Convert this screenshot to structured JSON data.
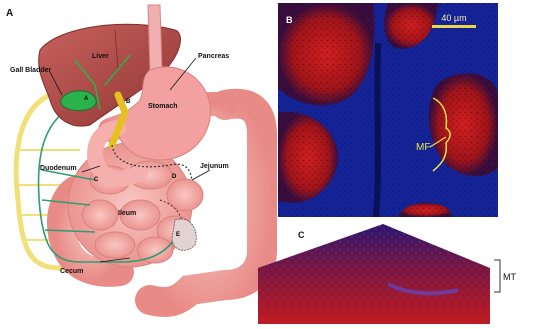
{
  "panel_a": {
    "letter": "A",
    "labels": {
      "liver": "Liver",
      "gallbladder": "Gall Bladder",
      "pancreas": "Pancreas",
      "stomach": "Stomach",
      "duodenum": "Duodenum",
      "jejunum": "Jejunum",
      "ileum": "Ileum",
      "cecum": "Cecum"
    },
    "markers": {
      "a": "A",
      "b": "B",
      "c": "C",
      "d": "D",
      "e": "E"
    }
  },
  "panel_b": {
    "letter": "B",
    "scale_bar": "40 µm",
    "label": "MF"
  },
  "panel_c": {
    "letter": "C",
    "label": "MT"
  },
  "colors": {
    "liver": "#b8524f",
    "stomach": "#f2a0a0",
    "intestine": "#f5b0ae",
    "gallbladder": "#2bb24c",
    "pancreas_duct": "#e6c020",
    "yellow_path": "#f1e07a",
    "green_path": "#2e9e6e",
    "micro_red": "#c8191b",
    "micro_blue": "#1b2bb0",
    "scale_bar": "#e8d64a",
    "bracket": "#e8e24a"
  }
}
